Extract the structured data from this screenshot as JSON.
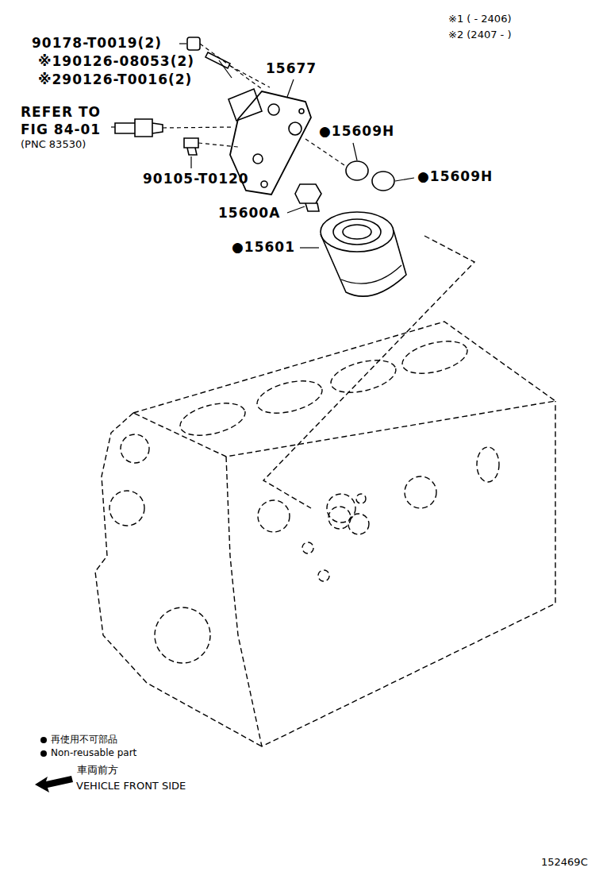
{
  "diagram": {
    "labels": [
      "※1 ( - 2406)",
      "※2 (2407 - )",
      "90178-T0019(2)",
      "※190126-08053(2)",
      "※290126-T0016(2)",
      "15677",
      "REFER TO FIG 84-01",
      "(PNC 83530)",
      "90105-T0120",
      "●15609H",
      "●15609H",
      "15600A",
      "●15601",
      "車両前方",
      "VEHICLE FRONT SIDE",
      "152469C"
    ],
    "legend": [
      {
        "text": "再使用不可部品"
      },
      {
        "text": "Non-reusable part"
      }
    ]
  }
}
